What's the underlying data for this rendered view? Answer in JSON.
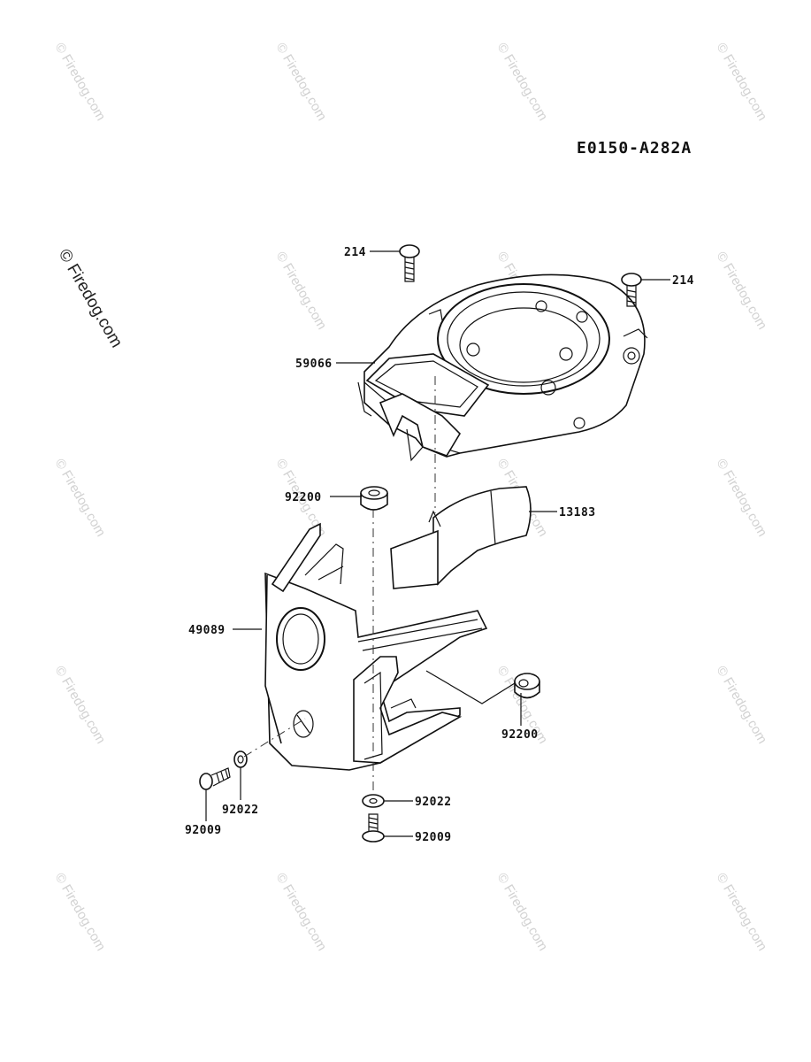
{
  "diagram": {
    "code": "E0150-A282A",
    "watermark": "© Firedog.com",
    "parts": [
      {
        "number": "214"
      },
      {
        "number": "214"
      },
      {
        "number": "59066"
      },
      {
        "number": "92200"
      },
      {
        "number": "13183"
      },
      {
        "number": "49089"
      },
      {
        "number": "92200"
      },
      {
        "number": "92009"
      },
      {
        "number": "92022"
      },
      {
        "number": "92022"
      },
      {
        "number": "92009"
      }
    ]
  }
}
